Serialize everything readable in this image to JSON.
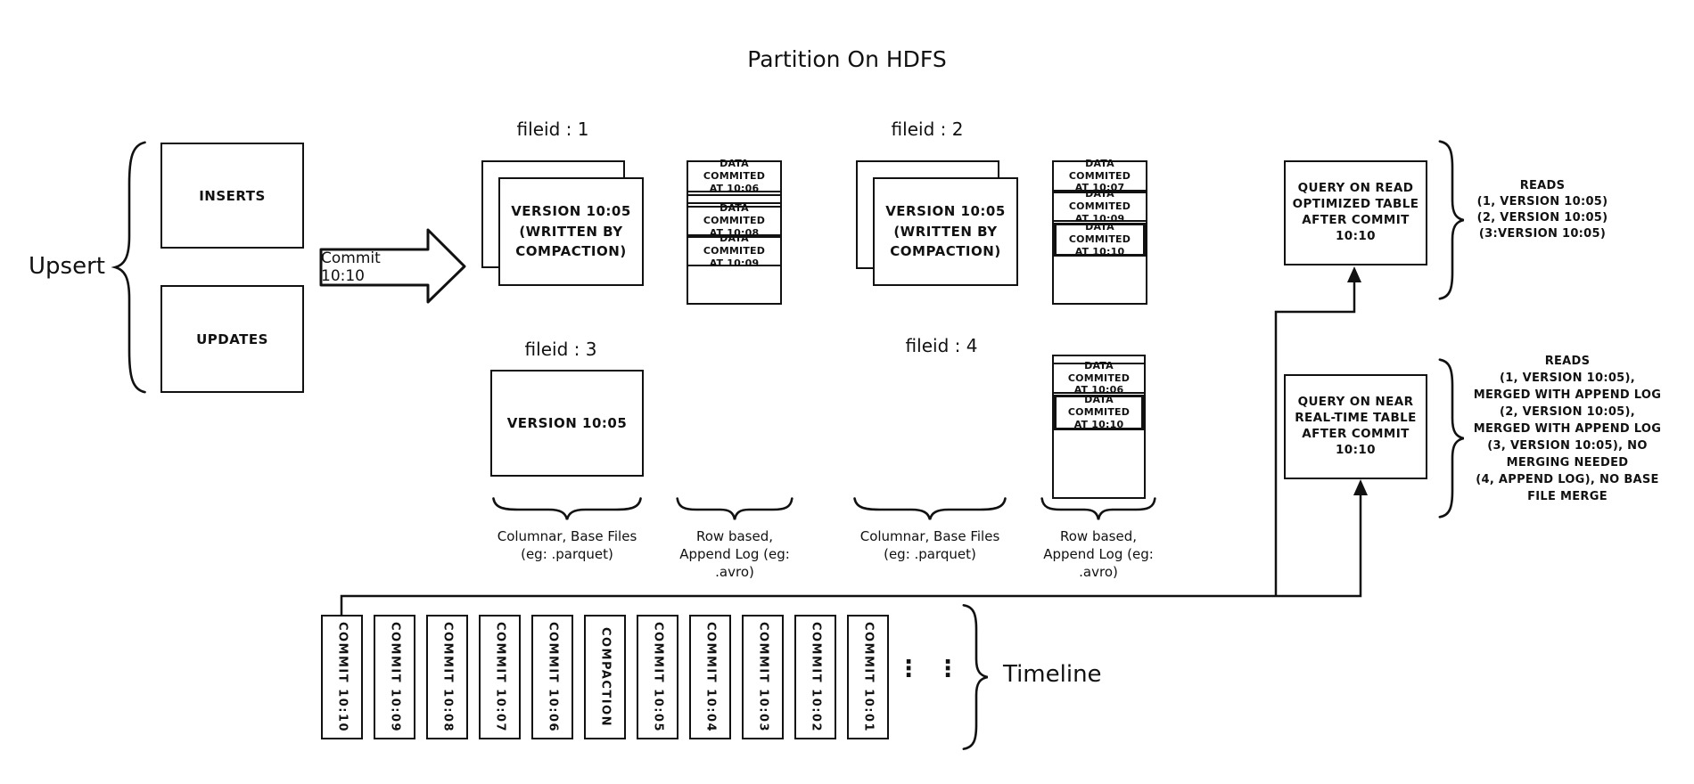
{
  "title": "Partition On HDFS",
  "colors": {
    "ink": "#111111",
    "background": "#ffffff"
  },
  "upsert": {
    "label": "Upsert",
    "inserts_label": "INSERTS",
    "updates_label": "UPDATES",
    "commit_label": "Commit 10:10"
  },
  "file_groups": {
    "f1": {
      "label": "fileid : 1",
      "base": "VERSION 10:05\n(WRITTEN BY\nCOMPACTION)",
      "log": {
        "c1": "DATA COMMITED\nAT 10:06",
        "c2": "DATA COMMITED\nAT 10:08",
        "c3": "DATA COMMITED\nAT 10:09"
      }
    },
    "f2": {
      "label": "fileid : 2",
      "base": "VERSION 10:05\n(WRITTEN BY\nCOMPACTION)",
      "log": {
        "c1": "DATA COMMITED\nAT 10:07",
        "c2": "DATA COMMITED\nAT 10:09",
        "c3": "DATA COMMITED\nAT 10:10"
      }
    },
    "f3": {
      "label": "fileid : 3",
      "base": "VERSION 10:05"
    },
    "f4": {
      "label": "fileid : 4",
      "log": {
        "c1": "DATA COMMITED\nAT 10:06",
        "c2": "DATA COMMITED\nAT 10:10"
      }
    }
  },
  "legend": {
    "columnar_1": "Columnar, Base Files\n(eg: .parquet)",
    "row_1": "Row based,\nAppend Log (eg:\n.avro)",
    "columnar_2": "Columnar, Base Files\n(eg: .parquet)",
    "row_2": "Row based,\nAppend Log (eg:\n.avro)"
  },
  "queries": {
    "read_optimized": {
      "box_text": "QUERY ON READ\nOPTIMIZED TABLE\nAFTER COMMIT\n10:10",
      "reads_text": "READS\n(1, VERSION 10:05)\n(2, VERSION 10:05)\n(3:VERSION 10:05)"
    },
    "near_realtime": {
      "box_text": "QUERY ON NEAR\nREAL-TIME TABLE\nAFTER COMMIT\n10:10",
      "reads_text": "READS\n(1, VERSION 10:05),\nMERGED WITH APPEND LOG\n(2, VERSION 10:05),\nMERGED WITH APPEND LOG\n(3, VERSION 10:05), NO\nMERGING NEEDED\n(4, APPEND LOG), NO BASE\nFILE MERGE"
    }
  },
  "timeline": {
    "label": "Timeline",
    "dots": "⋮",
    "events": [
      "COMMIT 10:10",
      "COMMIT 10:09",
      "COMMIT 10:08",
      "COMMIT 10:07",
      "COMMIT 10:06",
      "COMPACTION",
      "COMMIT 10:05",
      "COMMIT 10:04",
      "COMMIT 10:03",
      "COMMIT 10:02",
      "COMMIT 10:01"
    ]
  }
}
